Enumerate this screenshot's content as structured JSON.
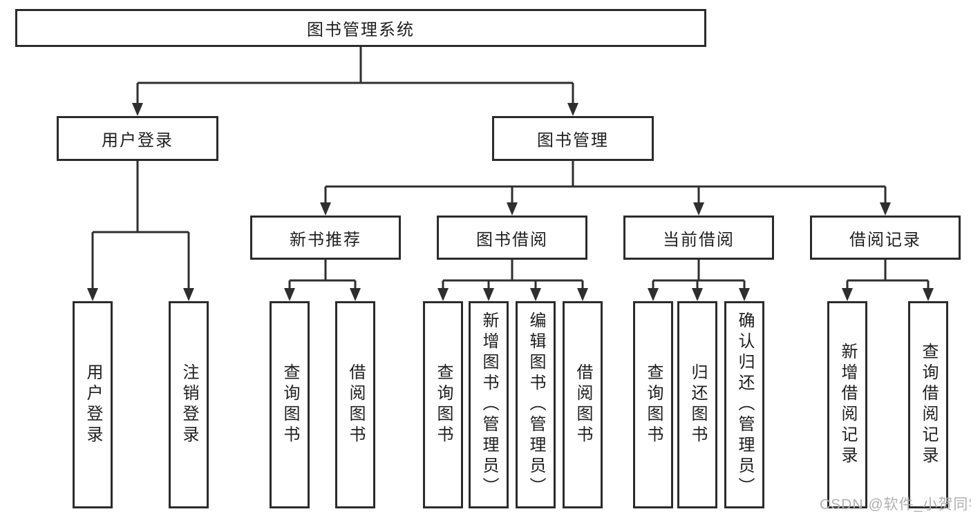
{
  "tree": {
    "root": {
      "label": "图书管理系统",
      "children": [
        {
          "label": "用户登录",
          "children": [
            {
              "label": "用户登录"
            },
            {
              "label": "注销登录"
            }
          ]
        },
        {
          "label": "图书管理",
          "children": [
            {
              "label": "新书推荐",
              "children": [
                {
                  "label": "查询图书"
                },
                {
                  "label": "借阅图书"
                }
              ]
            },
            {
              "label": "图书借阅",
              "children": [
                {
                  "label": "查询图书"
                },
                {
                  "label": "新增图书（管理员）"
                },
                {
                  "label": "编辑图书（管理员）"
                },
                {
                  "label": "借阅图书"
                }
              ]
            },
            {
              "label": "当前借阅",
              "children": [
                {
                  "label": "查询图书"
                },
                {
                  "label": "归还图书"
                },
                {
                  "label": "确认归还（管理员）"
                }
              ]
            },
            {
              "label": "借阅记录",
              "children": [
                {
                  "label": "新增借阅记录"
                },
                {
                  "label": "查询借阅记录"
                }
              ]
            }
          ]
        }
      ]
    }
  },
  "watermark": "CSDN @软件_小贺同学",
  "colors": {
    "line": "#2e2e2e",
    "box-border": "#2b2b2b",
    "text": "#1e1e1e",
    "background": "#ffffff",
    "watermark": "#b0b0b0"
  }
}
